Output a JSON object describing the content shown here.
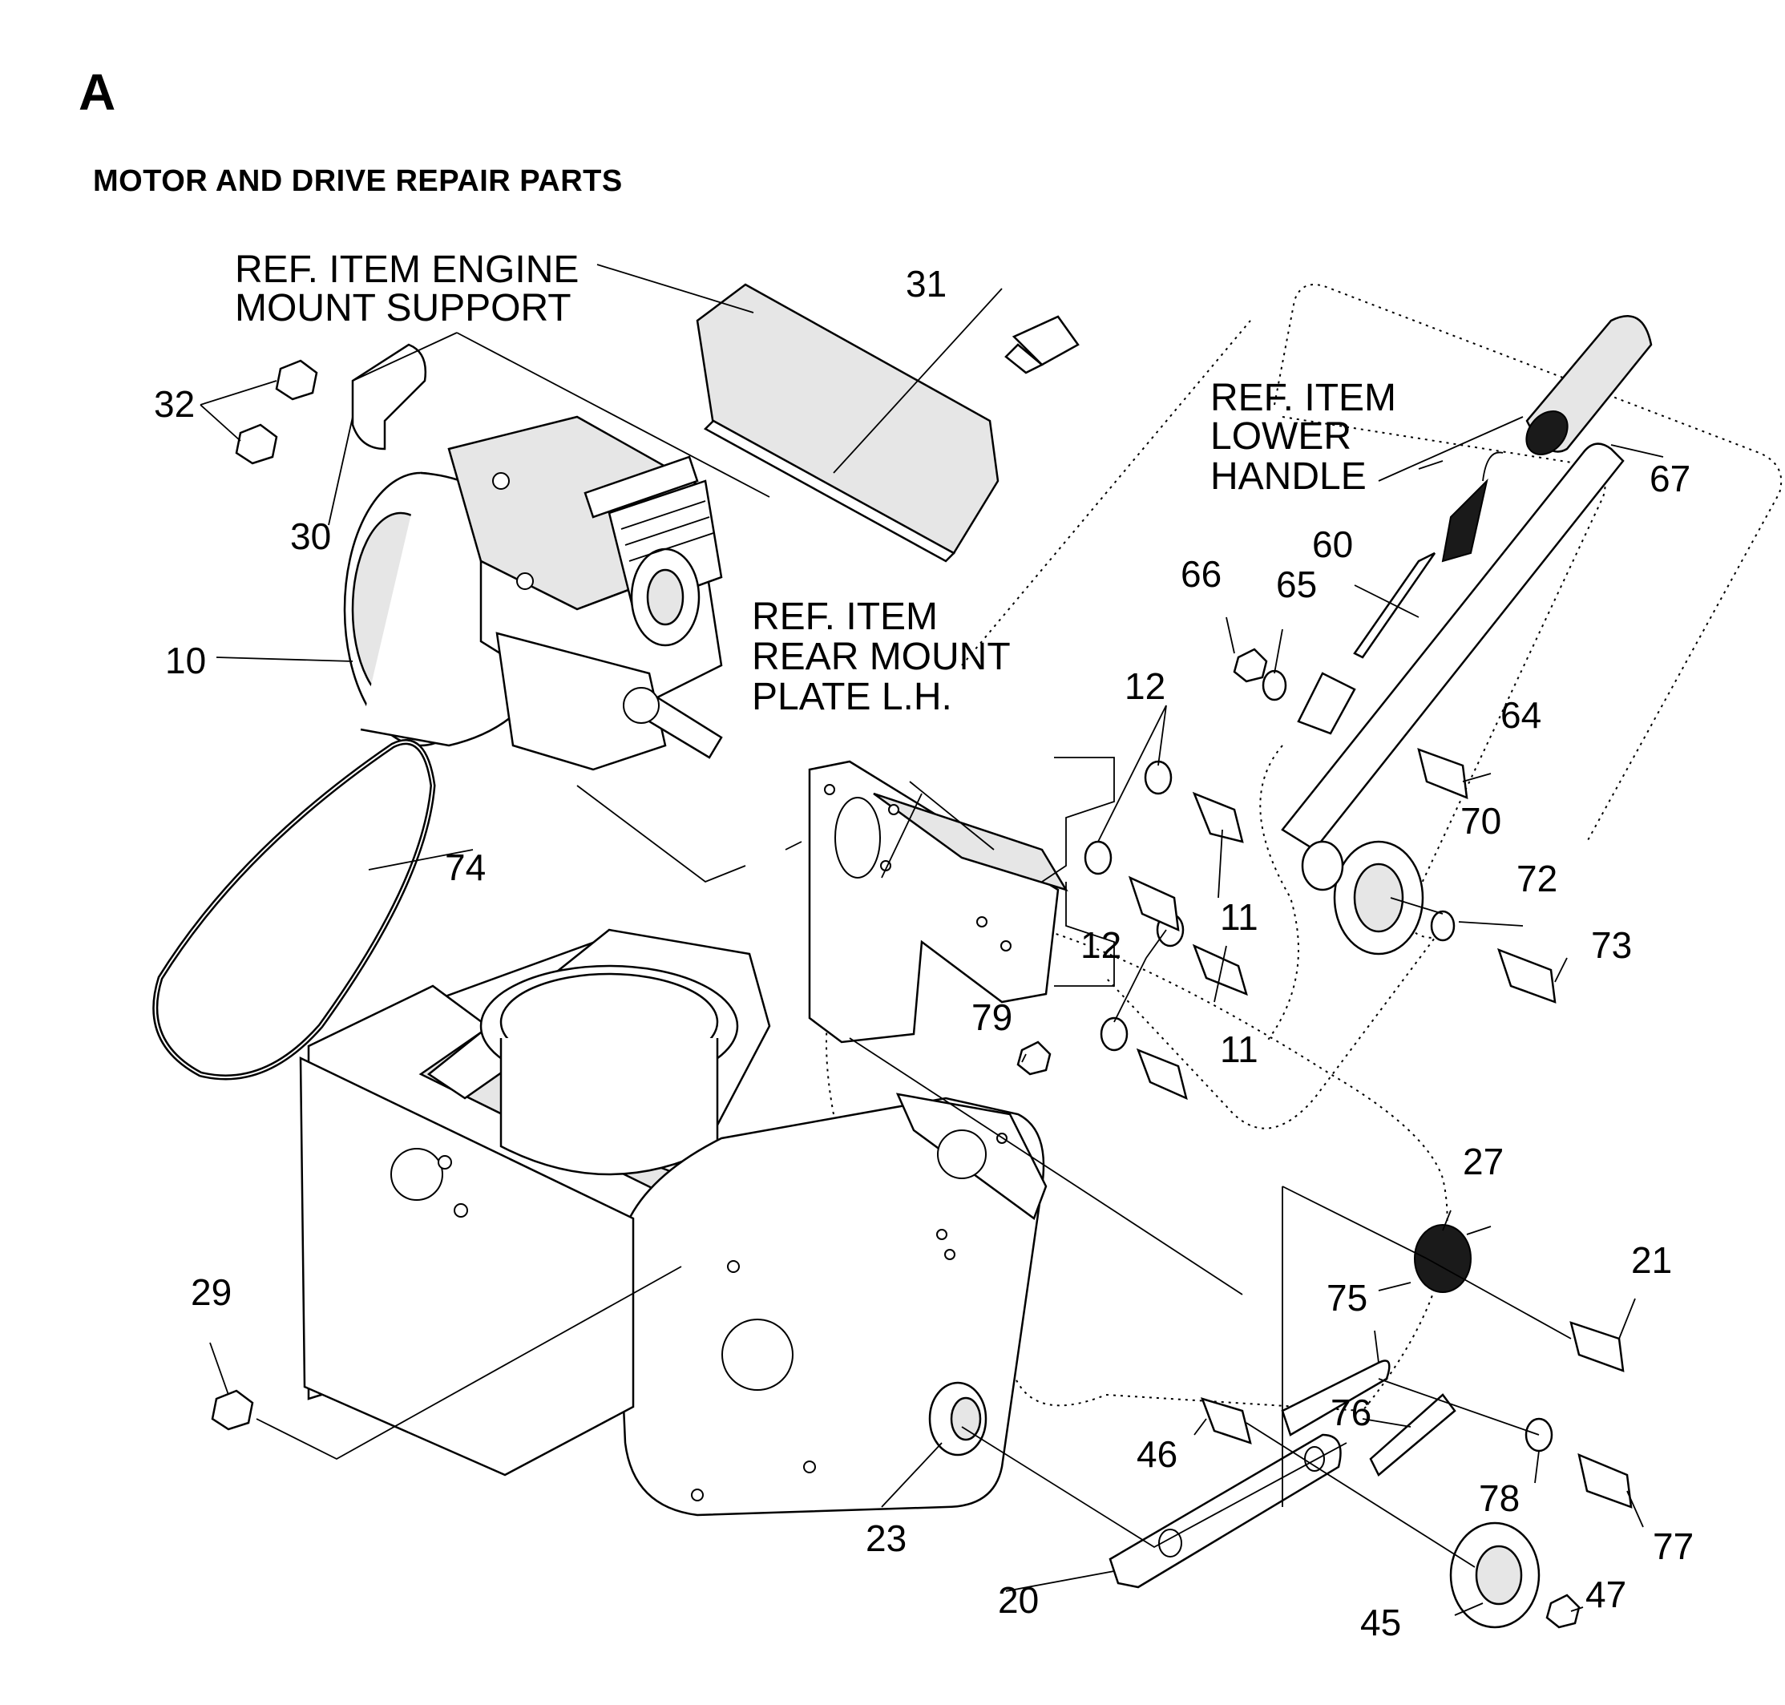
{
  "header": {
    "section_letter": "A",
    "title": "MOTOR AND DRIVE REPAIR PARTS"
  },
  "reference_items": {
    "engine_mount": [
      "REF. ITEM ENGINE",
      "MOUNT SUPPORT"
    ],
    "lower_handle": [
      "REF. ITEM",
      "LOWER",
      "HANDLE"
    ],
    "rear_mount": [
      "REF. ITEM",
      "REAR MOUNT",
      "PLATE L.H."
    ]
  },
  "callouts": {
    "p10": "10",
    "p11a": "11",
    "p11b": "11",
    "p12a": "12",
    "p12b": "12",
    "p20": "20",
    "p21": "21",
    "p23": "23",
    "p27": "27",
    "p29": "29",
    "p30": "30",
    "p31": "31",
    "p32": "32",
    "p45": "45",
    "p46": "46",
    "p47": "47",
    "p60": "60",
    "p64": "64",
    "p65": "65",
    "p66": "66",
    "p67": "67",
    "p70": "70",
    "p72": "72",
    "p73": "73",
    "p74": "74",
    "p75": "75",
    "p76": "76",
    "p77": "77",
    "p78": "78",
    "p79": "79"
  },
  "icons": {
    "engine": "engine-icon",
    "belt": "drive-belt-icon",
    "frame": "frame-housing-icon",
    "handle": "lower-handle-icon"
  }
}
